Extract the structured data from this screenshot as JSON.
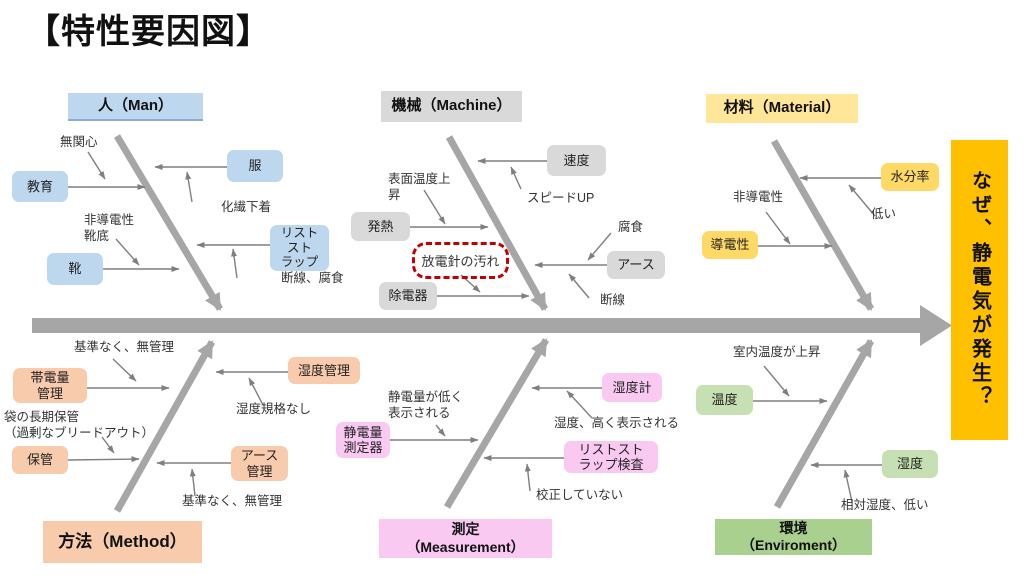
{
  "title": "【特性要因図】",
  "effect": {
    "label": "なぜ、静電気が発生？"
  },
  "colors": {
    "man": "#BDD7EE",
    "machine": "#D9D9D9",
    "material_header": "#FFE699",
    "material_box": "#FFD966",
    "method": "#F8CBAD",
    "measurement": "#F9C9F2",
    "environment_header": "#A9D08E",
    "environment_box": "#C6E0B4",
    "effect_box": "#FFC000",
    "highlight_dashed": "#C00000",
    "bones": "#A6A6A6"
  },
  "branches": {
    "man": {
      "header": "人（Man）",
      "causes": {
        "education": "教育",
        "clothes": "服",
        "shoes": "靴",
        "wrist_strap": "リスト\nスト\nラップ"
      },
      "notes": {
        "indifference": "無関心",
        "synthetic_underwear": "化繊下着",
        "nonconductive_sole": "非導電性\n靴底",
        "break_corrosion": "断線、腐食"
      }
    },
    "machine": {
      "header": "機械（Machine）",
      "causes": {
        "speed": "速度",
        "heat": "発熱",
        "static_eliminator": "除電器",
        "earth": "アース"
      },
      "notes": {
        "speed_up": "スピードUP",
        "surface_temp_rise": "表面温度上\n昇",
        "discharge_needle_dirt": "放電針の汚れ",
        "corrosion": "腐食",
        "wire_break": "断線"
      }
    },
    "material": {
      "header": "材料（Material）",
      "causes": {
        "moisture_rate": "水分率",
        "conductivity": "導電性"
      },
      "notes": {
        "low": "低い",
        "nonconductive": "非導電性"
      }
    },
    "method": {
      "header": "方法（Method）",
      "causes": {
        "charge_management": "帯電量\n管理",
        "storage": "保管",
        "humidity_management": "湿度管理",
        "earth_management": "アース\n管理"
      },
      "notes": {
        "no_standard_no_mgmt_top": "基準なく、無管理",
        "bag_long_storage": "袋の長期保管\n（過剰なブリードアウト）",
        "no_humidity_standard": "湿度規格なし",
        "no_standard_no_mgmt_bottom": "基準なく、無管理"
      }
    },
    "measurement": {
      "header": "測定\n（Measurement）",
      "causes": {
        "static_meter": "静電量\n測定器",
        "hygrometer": "湿度計",
        "wrist_strap_check": "リストスト\nラップ検査"
      },
      "notes": {
        "reads_low": "静電量が低く\n表示される",
        "humidity_reads_high": "湿度、高く表示される",
        "not_calibrated": "校正していない"
      }
    },
    "environment": {
      "header": "環境\n（Enviroment）",
      "causes": {
        "temperature": "温度",
        "humidity": "湿度"
      },
      "notes": {
        "room_temp_rise": "室内温度が上昇",
        "relative_humidity_low": "相対湿度、低い"
      }
    }
  }
}
